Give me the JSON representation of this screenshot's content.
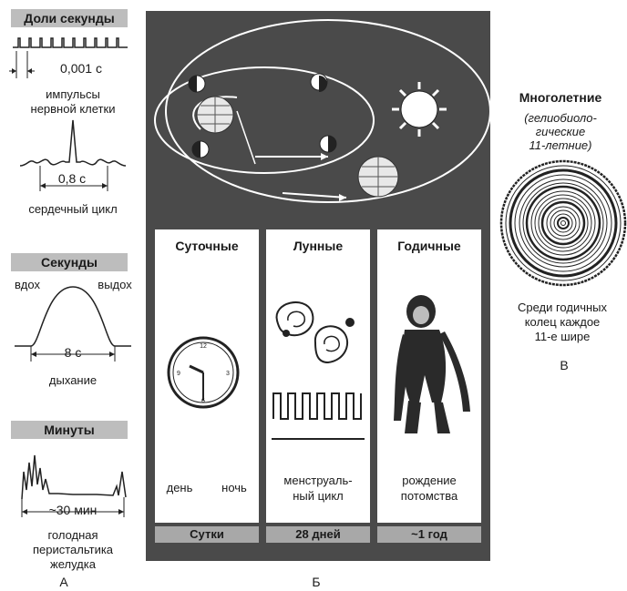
{
  "panel_a": {
    "fractions_heading": "Доли секунды",
    "impulse_interval": "0,001 с",
    "impulse_caption_1": "импульсы",
    "impulse_caption_2": "нервной клетки",
    "heart_interval": "0,8 с",
    "heart_caption": "сердечный цикл",
    "seconds_heading": "Секунды",
    "inhale": "вдох",
    "exhale": "выдох",
    "breath_interval": "8 с",
    "breath_caption": "дыхание",
    "minutes_heading": "Минуты",
    "stomach_interval": "~30 мин",
    "stomach_caption_1": "голодная",
    "stomach_caption_2": "перистальтика",
    "stomach_caption_3": "желудка",
    "letter": "А"
  },
  "panel_b": {
    "cards": [
      {
        "title": "Суточные",
        "caption_1": "день",
        "caption_2": "ночь",
        "footer": "Сутки"
      },
      {
        "title": "Лунные",
        "caption_1": "менструаль-",
        "caption_2": "ный цикл",
        "footer": "28 дней"
      },
      {
        "title": "Годичные",
        "caption_1": "рождение",
        "caption_2": "потомства",
        "footer": "~1 год"
      }
    ],
    "letter": "Б"
  },
  "panel_c": {
    "heading": "Многолетние",
    "sub_1": "(гелиобиоло-",
    "sub_2": "гические",
    "sub_3": "11-летние)",
    "caption_1": "Среди годичных",
    "caption_2": "колец каждое",
    "caption_3": "11-е шире",
    "letter": "В"
  }
}
